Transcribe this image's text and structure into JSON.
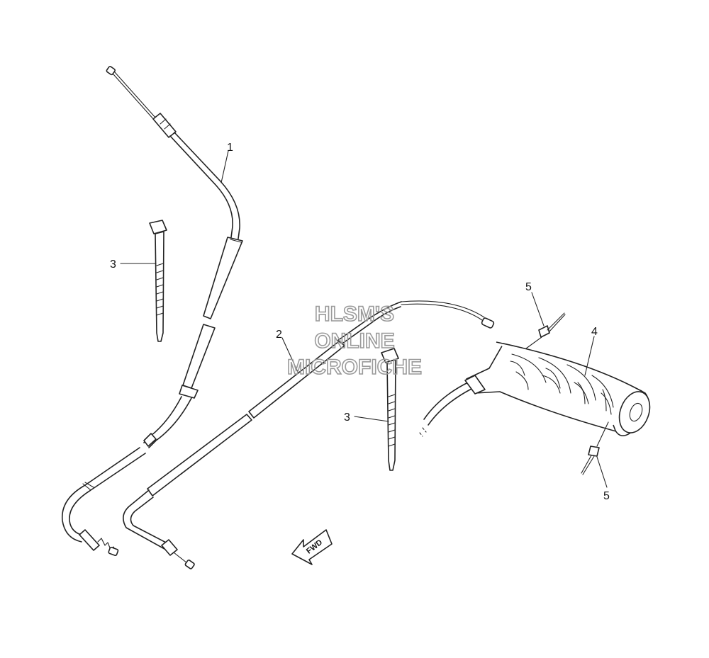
{
  "callouts": [
    {
      "id": "callout-1",
      "label": "1"
    },
    {
      "id": "callout-2",
      "label": "2"
    },
    {
      "id": "callout-3a",
      "label": "3"
    },
    {
      "id": "callout-3b",
      "label": "3"
    },
    {
      "id": "callout-4",
      "label": "4"
    },
    {
      "id": "callout-5a",
      "label": "5"
    },
    {
      "id": "callout-5b",
      "label": "5"
    }
  ],
  "watermark": {
    "line1": "HLSM'S",
    "line2": "ONLINE",
    "line3": "MICROFICHE"
  },
  "fwd_label": "FWD",
  "colors": {
    "line": "#222222",
    "watermark": "#9a9a9a",
    "background": "#ffffff"
  }
}
